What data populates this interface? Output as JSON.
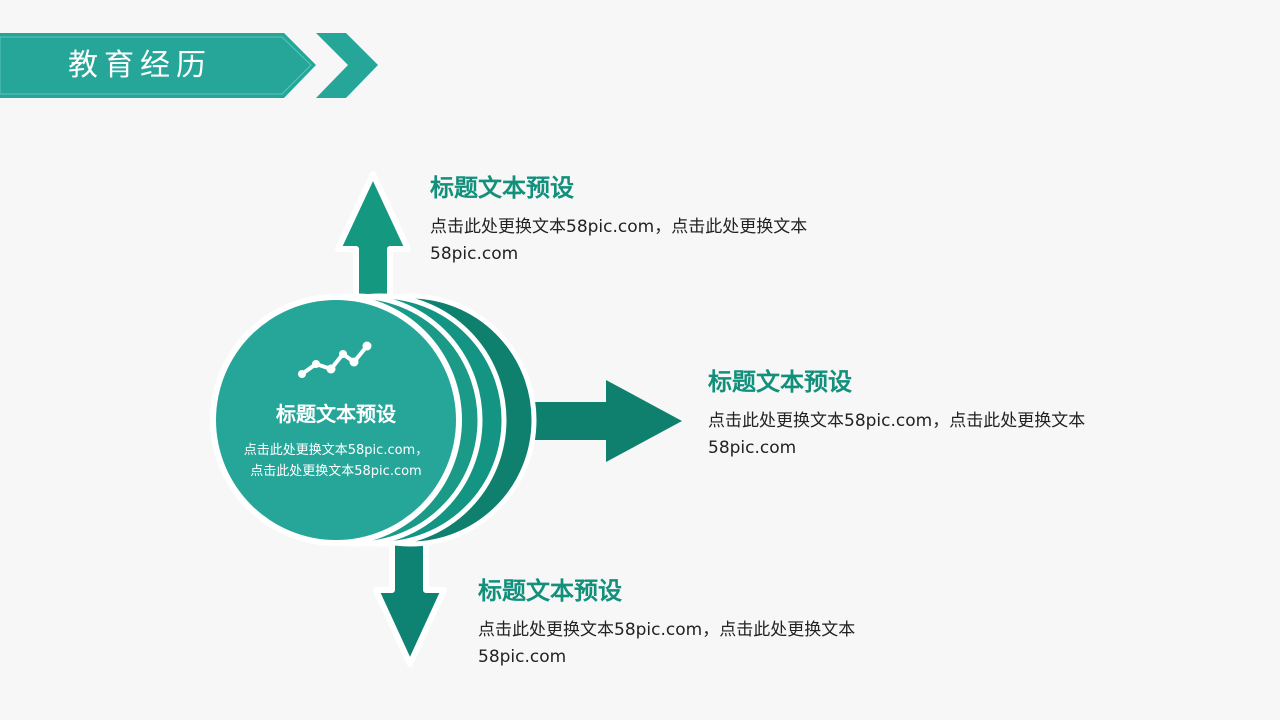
{
  "header": {
    "title": "教育经历"
  },
  "center": {
    "icon": "trend-line-icon",
    "title": "标题文本预设",
    "body": "点击此处更换文本58pic.com，点击此处更换文本58pic.com"
  },
  "callouts": [
    {
      "direction": "up",
      "title": "标题文本预设",
      "body": "点击此处更换文本58pic.com，点击此处更换文本58pic.com"
    },
    {
      "direction": "right",
      "title": "标题文本预设",
      "body": "点击此处更换文本58pic.com，点击此处更换文本58pic.com"
    },
    {
      "direction": "down",
      "title": "标题文本预设",
      "body": "点击此处更换文本58pic.com，点击此处更换文本58pic.com"
    }
  ],
  "colors": {
    "primary": "#26a699",
    "mid": "#1b9a88",
    "dark": "#0f7f6e",
    "arrow_up": "#159880",
    "arrow_down": "#0f8373",
    "outline": "#ffffff",
    "title_text": "#12907c",
    "body_text": "#222222",
    "background": "#f7f7f7"
  }
}
